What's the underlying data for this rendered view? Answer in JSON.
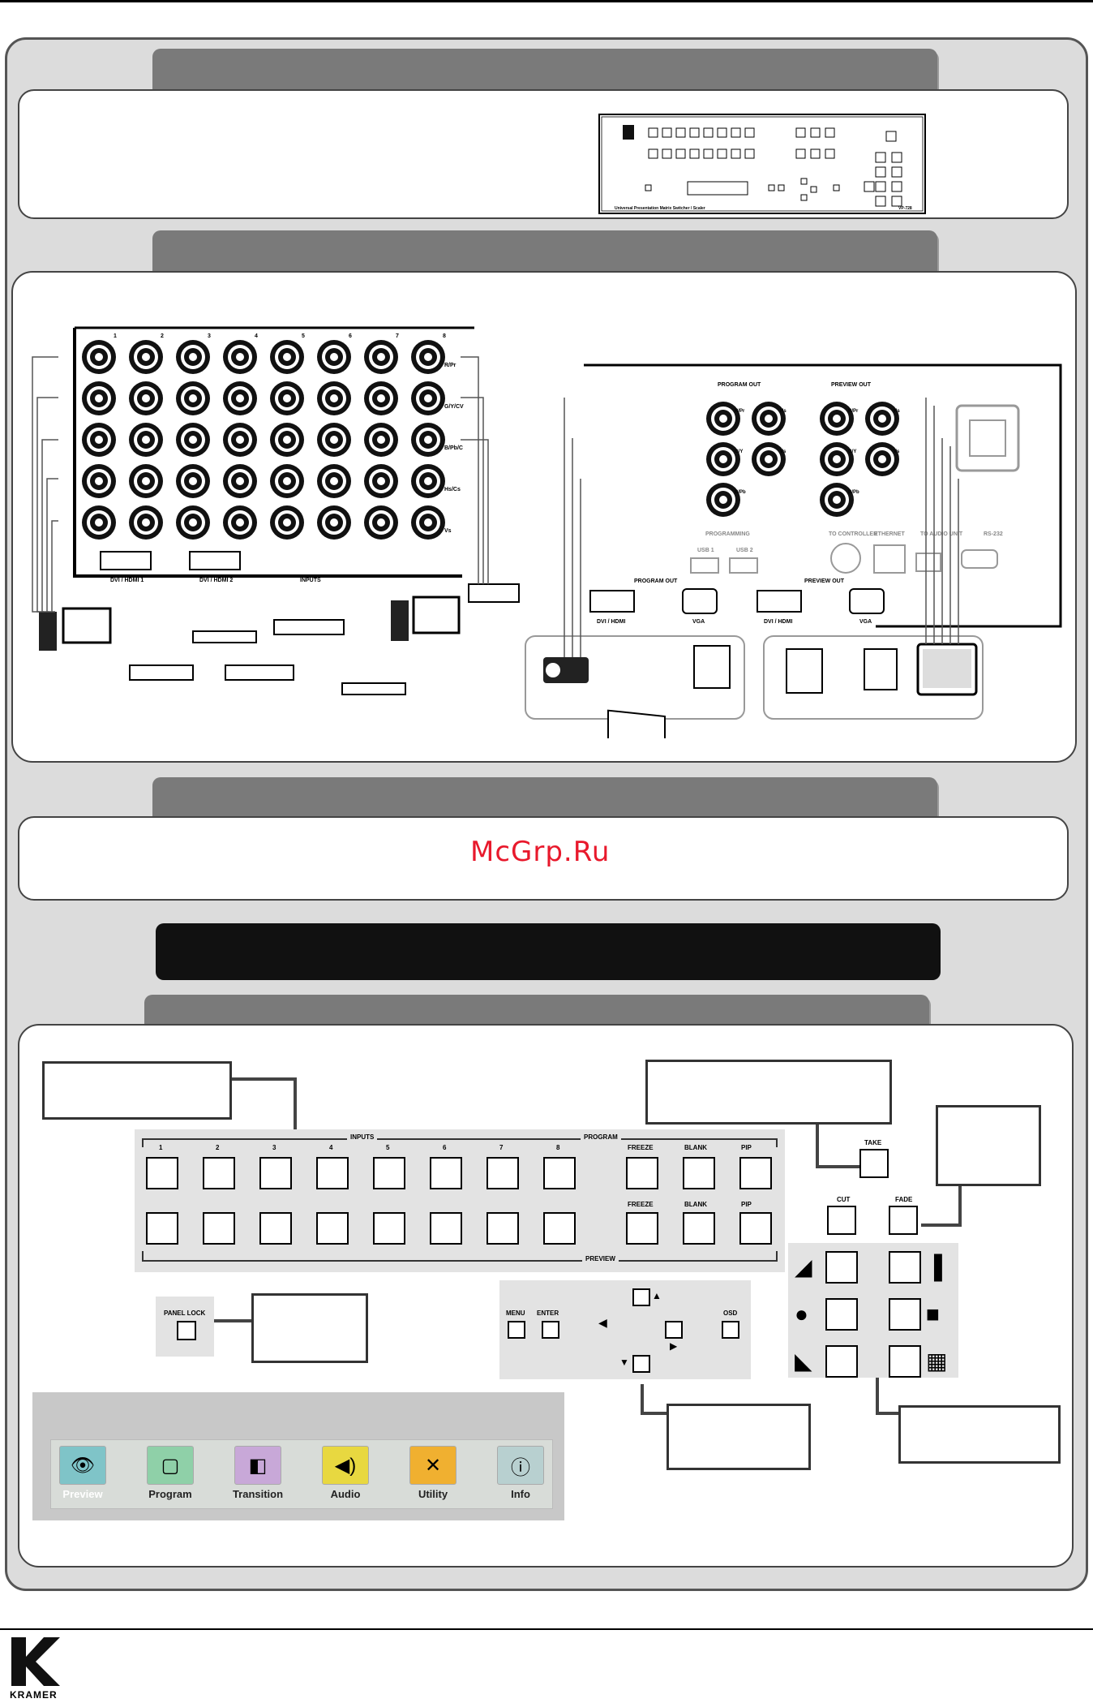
{
  "device": {
    "brand": "KRAMER",
    "model": "VP-728",
    "subtitle": "Universal Presentation Matrix Switcher / Scaler",
    "front_labels": {
      "inputs": "INPUTS",
      "program": "PROGRAM",
      "preview": "PREVIEW",
      "panel_lock": "PANEL LOCK"
    }
  },
  "rear": {
    "inputs_label": "INPUTS",
    "row_labels": [
      "R/Pr",
      "G/Y/CV",
      "B/Pb/C",
      "Hs/Cs",
      "Vs"
    ],
    "column_numbers": [
      "1",
      "2",
      "3",
      "4",
      "5",
      "6",
      "7",
      "8"
    ],
    "dvi_labels": [
      "DVI / HDMI 1",
      "DVI / HDMI 2"
    ],
    "program_out": "PROGRAM OUT",
    "preview_out": "PREVIEW OUT",
    "out_pins": [
      "R/Pr",
      "Hs",
      "G/Y",
      "Vs",
      "B/Pb"
    ],
    "programming": "PROGRAMMING",
    "usb": [
      "USB 1",
      "USB 2"
    ],
    "rs232": "RS-232",
    "ethernet": "ETHERNET",
    "to_controller": "TO CONTROLLER",
    "audio_unit": "TO AUDIO UNIT",
    "port_labels": {
      "dvi": "DVI / HDMI",
      "vga": "VGA"
    }
  },
  "front": {
    "input_numbers": [
      "1",
      "2",
      "3",
      "4",
      "5",
      "6",
      "7",
      "8"
    ],
    "inputs_label": "INPUTS",
    "program_label": "PROGRAM",
    "preview_label": "PREVIEW",
    "func_labels": [
      "FREEZE",
      "BLANK",
      "PIP"
    ],
    "take": "TAKE",
    "cut": "CUT",
    "fade": "FADE",
    "panel_lock": "PANEL LOCK",
    "menu": "MENU",
    "enter": "ENTER",
    "osd": "OSD"
  },
  "menu_tabs": [
    {
      "label": "Preview",
      "icon": "eye-icon",
      "color": "#7fc4c8"
    },
    {
      "label": "Program",
      "icon": "monitor-icon",
      "color": "#8fd0a8"
    },
    {
      "label": "Transition",
      "icon": "transition-icon",
      "color": "#c8a8d8"
    },
    {
      "label": "Audio",
      "icon": "speaker-icon",
      "color": "#e8d840"
    },
    {
      "label": "Utility",
      "icon": "tools-icon",
      "color": "#f0b030"
    },
    {
      "label": "Info",
      "icon": "info-icon",
      "color": "#b8d0d0"
    }
  ],
  "watermark": "McGrp.Ru",
  "footer_brand": "KRAMER"
}
